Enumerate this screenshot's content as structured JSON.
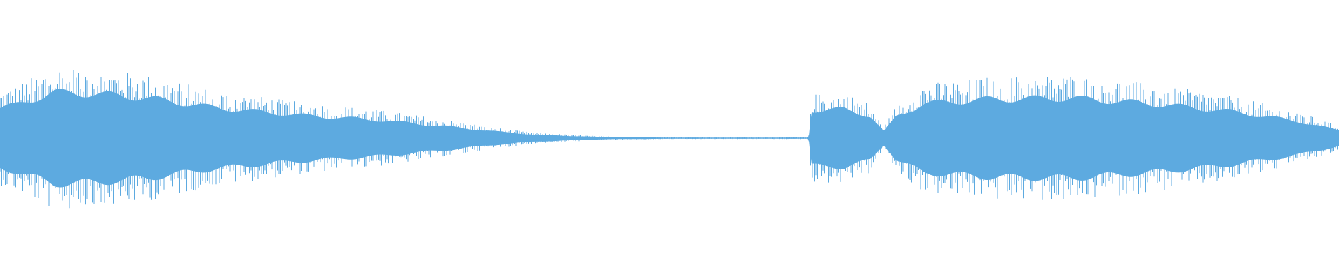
{
  "waveform": {
    "color": "#5DAAE0",
    "background": "#FFFFFF",
    "amplitude_envelope": [
      {
        "t": 0.0,
        "level": 0.54
      },
      {
        "t": 0.012,
        "level": 0.6
      },
      {
        "t": 0.04,
        "level": 0.82
      },
      {
        "t": 0.07,
        "level": 0.8
      },
      {
        "t": 0.11,
        "level": 0.72
      },
      {
        "t": 0.16,
        "level": 0.55
      },
      {
        "t": 0.22,
        "level": 0.42
      },
      {
        "t": 0.28,
        "level": 0.33
      },
      {
        "t": 0.33,
        "level": 0.22
      },
      {
        "t": 0.37,
        "level": 0.12
      },
      {
        "t": 0.4,
        "level": 0.06
      },
      {
        "t": 0.45,
        "level": 0.02
      },
      {
        "t": 0.5,
        "level": 0.01
      },
      {
        "t": 0.604,
        "level": 0.01
      },
      {
        "t": 0.606,
        "level": 0.5
      },
      {
        "t": 0.63,
        "level": 0.52
      },
      {
        "t": 0.65,
        "level": 0.4
      },
      {
        "t": 0.66,
        "level": 0.12
      },
      {
        "t": 0.67,
        "level": 0.4
      },
      {
        "t": 0.69,
        "level": 0.62
      },
      {
        "t": 0.74,
        "level": 0.7
      },
      {
        "t": 0.8,
        "level": 0.72
      },
      {
        "t": 0.86,
        "level": 0.62
      },
      {
        "t": 0.92,
        "level": 0.48
      },
      {
        "t": 0.97,
        "level": 0.3
      },
      {
        "t": 1.0,
        "level": 0.14
      }
    ]
  }
}
